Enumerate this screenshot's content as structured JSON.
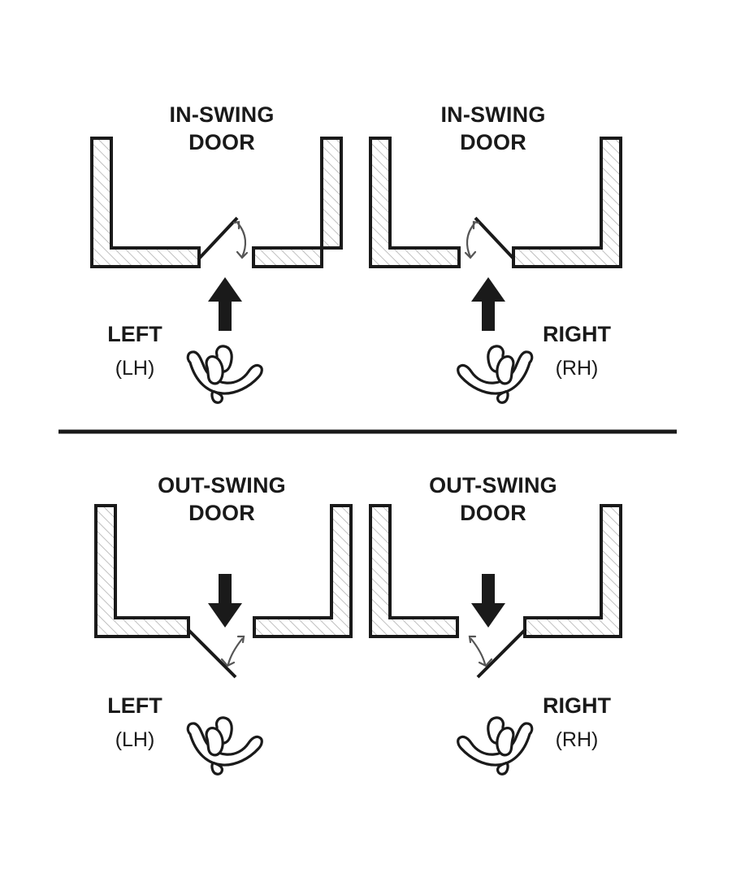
{
  "figure": {
    "name": "door-handing-reference-diagram",
    "background_color": "#ffffff",
    "ink_color": "#1a1a1a",
    "divider_color": "#1a1a1a"
  },
  "sections": [
    {
      "id": "in-swing",
      "swing_type": "IN-SWING",
      "arrow_direction": "up",
      "panels": [
        {
          "id": "in-swing-left",
          "title_line1": "IN-SWING",
          "title_line2": "DOOR",
          "hand_label": "LEFT",
          "hand_abbrev": "(LH)",
          "hand": "left",
          "hinge_side": "left",
          "label_side": "left",
          "door_swing": "inward",
          "arrow_glyph": "up-arrow"
        },
        {
          "id": "in-swing-right",
          "title_line1": "IN-SWING",
          "title_line2": "DOOR",
          "hand_label": "RIGHT",
          "hand_abbrev": "(RH)",
          "hand": "right",
          "hinge_side": "right",
          "label_side": "right",
          "door_swing": "inward",
          "arrow_glyph": "up-arrow"
        }
      ]
    },
    {
      "id": "out-swing",
      "swing_type": "OUT-SWING",
      "arrow_direction": "down",
      "panels": [
        {
          "id": "out-swing-left",
          "title_line1": "OUT-SWING",
          "title_line2": "DOOR",
          "hand_label": "LEFT",
          "hand_abbrev": "(LH)",
          "hand": "left",
          "hinge_side": "left",
          "label_side": "left",
          "door_swing": "outward",
          "arrow_glyph": "down-arrow"
        },
        {
          "id": "out-swing-right",
          "title_line1": "OUT-SWING",
          "title_line2": "DOOR",
          "hand_label": "RIGHT",
          "hand_abbrev": "(RH)",
          "hand": "right",
          "hinge_side": "right",
          "label_side": "right",
          "door_swing": "outward",
          "arrow_glyph": "down-arrow"
        }
      ]
    }
  ],
  "legend_notes": {
    "wall_fill": "diagonal-hatch",
    "swing_indicator": "double-headed-curved-arrow",
    "approach_indicator": "solid-black-arrow"
  }
}
